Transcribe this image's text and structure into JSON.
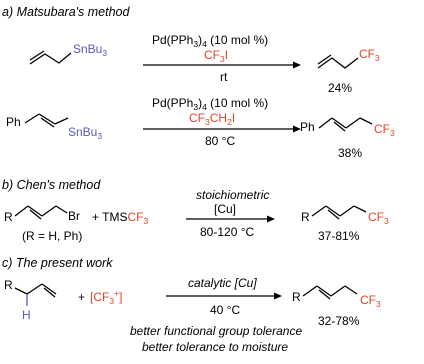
{
  "section_a": {
    "title": "a) Matsubara's method",
    "reaction1": {
      "reagent_text": "SnBu",
      "reagent_sub": "3",
      "catalyst_main": "Pd(PPh",
      "catalyst_sub": "4",
      "catalyst_tail": " (10 mol %)",
      "catalyst_pre": "Pd(PPh",
      "catalyst_pre_sub": "3",
      "catalyst_mid": ")",
      "cf3i_main": "CF",
      "cf3i_sub": "3",
      "cf3i_tail": "I",
      "condition": "rt",
      "product_label_main": "CF",
      "product_label_sub": "3",
      "yield": "24%"
    },
    "reaction2": {
      "ph_label": "Ph",
      "reagent_text": "SnBu",
      "reagent_sub": "3",
      "catalyst_pre": "Pd(PPh",
      "catalyst_pre_sub": "3",
      "catalyst_mid": ")",
      "catalyst_sub": "4",
      "catalyst_tail": " (10 mol %)",
      "reagent2_main": "CF",
      "reagent2_sub": "3",
      "reagent2_tail": "CH",
      "reagent2_sub2": "2",
      "reagent2_tail2": "I",
      "condition": "80 °C",
      "product_ph": "Ph",
      "product_label_main": "CF",
      "product_label_sub": "3",
      "yield": "38%"
    }
  },
  "section_b": {
    "title": "b) Chen's method",
    "r_label": "R",
    "br_label": "Br",
    "r_note": "(R = H, Ph)",
    "plus": "+ TMS",
    "tms_cf": "CF",
    "tms_sub": "3",
    "above_arrow_1": "stoichiometric",
    "above_arrow_2": "[Cu]",
    "below_arrow": "80-120 °C",
    "product_r": "R",
    "product_label_main": "CF",
    "product_label_sub": "3",
    "yield": "37-81%"
  },
  "section_c": {
    "title": "c) The present work",
    "r_label": "R",
    "h_label": "H",
    "plus": "+",
    "reagent_open": "[CF",
    "reagent_sub": "3",
    "reagent_sup": "+",
    "reagent_close": "]",
    "above_arrow": "catalytic [Cu]",
    "below_arrow": "40 °C",
    "product_r": "R",
    "product_label_main": "CF",
    "product_label_sub": "3",
    "yield": "32-78%",
    "note_1": "better functional group tolerance",
    "note_2": "better tolerance to moisture"
  },
  "colors": {
    "tin": "#5a5ab8",
    "cf3": "#e0452b",
    "h": "#5a5ab8"
  }
}
